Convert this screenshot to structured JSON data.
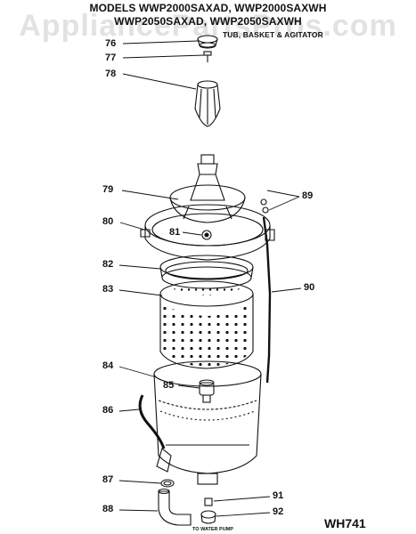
{
  "header": {
    "line1": "MODELS WWP2000SAXAD, WWP2000SAXWH",
    "line2": "WWP2050SAXAD, WWP2050SAXWH",
    "line3": "TUB, BASKET & AGITATOR"
  },
  "watermark": "AppliancePartsPros.com",
  "diagram_code": "WH741",
  "note": "TO WATER PUMP",
  "parts": [
    {
      "id": "p76",
      "label": "76"
    },
    {
      "id": "p77",
      "label": "77"
    },
    {
      "id": "p78",
      "label": "78"
    },
    {
      "id": "p79",
      "label": "79"
    },
    {
      "id": "p80",
      "label": "80"
    },
    {
      "id": "p81",
      "label": "81"
    },
    {
      "id": "p82",
      "label": "82"
    },
    {
      "id": "p83",
      "label": "83"
    },
    {
      "id": "p84",
      "label": "84"
    },
    {
      "id": "p85",
      "label": "85"
    },
    {
      "id": "p86",
      "label": "86"
    },
    {
      "id": "p87",
      "label": "87"
    },
    {
      "id": "p88",
      "label": "88"
    },
    {
      "id": "p89",
      "label": "89"
    },
    {
      "id": "p90",
      "label": "90"
    },
    {
      "id": "p91",
      "label": "91"
    },
    {
      "id": "p92",
      "label": "92"
    }
  ]
}
